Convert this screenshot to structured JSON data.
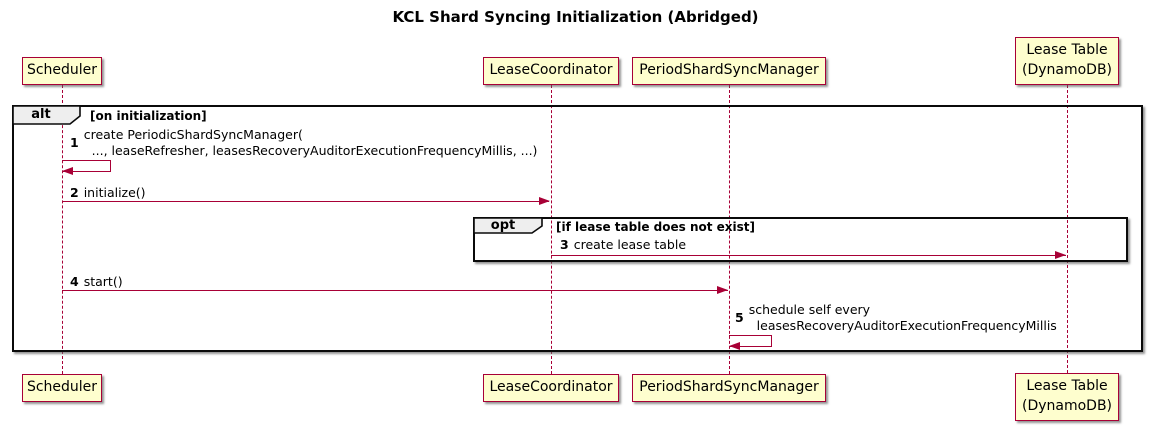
{
  "title": "KCL Shard Syncing Initialization (Abridged)",
  "participants": [
    {
      "name": "Scheduler"
    },
    {
      "name": "LeaseCoordinator"
    },
    {
      "name": "PeriodShardSyncManager"
    },
    {
      "name": "Lease Table\n(DynamoDB)"
    }
  ],
  "frames": {
    "alt": {
      "operator": "alt",
      "guard": "[on initialization]"
    },
    "opt": {
      "operator": "opt",
      "guard": "[if lease table does not exist]"
    }
  },
  "messages": {
    "m1": {
      "seq": "1",
      "from": "Scheduler",
      "to": "Scheduler",
      "text": "create PeriodicShardSyncManager(\n  ..., leaseRefresher, leasesRecoveryAuditorExecutionFrequencyMillis, ...)"
    },
    "m2": {
      "seq": "2",
      "from": "Scheduler",
      "to": "LeaseCoordinator",
      "text": "initialize()"
    },
    "m3": {
      "seq": "3",
      "from": "LeaseCoordinator",
      "to": "Lease Table (DynamoDB)",
      "text": "create lease table"
    },
    "m4": {
      "seq": "4",
      "from": "Scheduler",
      "to": "PeriodShardSyncManager",
      "text": "start()"
    },
    "m5": {
      "seq": "5",
      "from": "PeriodShardSyncManager",
      "to": "PeriodShardSyncManager",
      "text": "schedule self every\n  leasesRecoveryAuditorExecutionFrequencyMillis"
    }
  },
  "colors": {
    "participant_fill": "#FEFECE",
    "participant_border": "#A80036",
    "lifeline": "#A80036",
    "arrow": "#A80036",
    "frame_border": "#0A0A0A",
    "frame_label_fill": "#EEEEEE",
    "background": "#FFFFFF"
  }
}
